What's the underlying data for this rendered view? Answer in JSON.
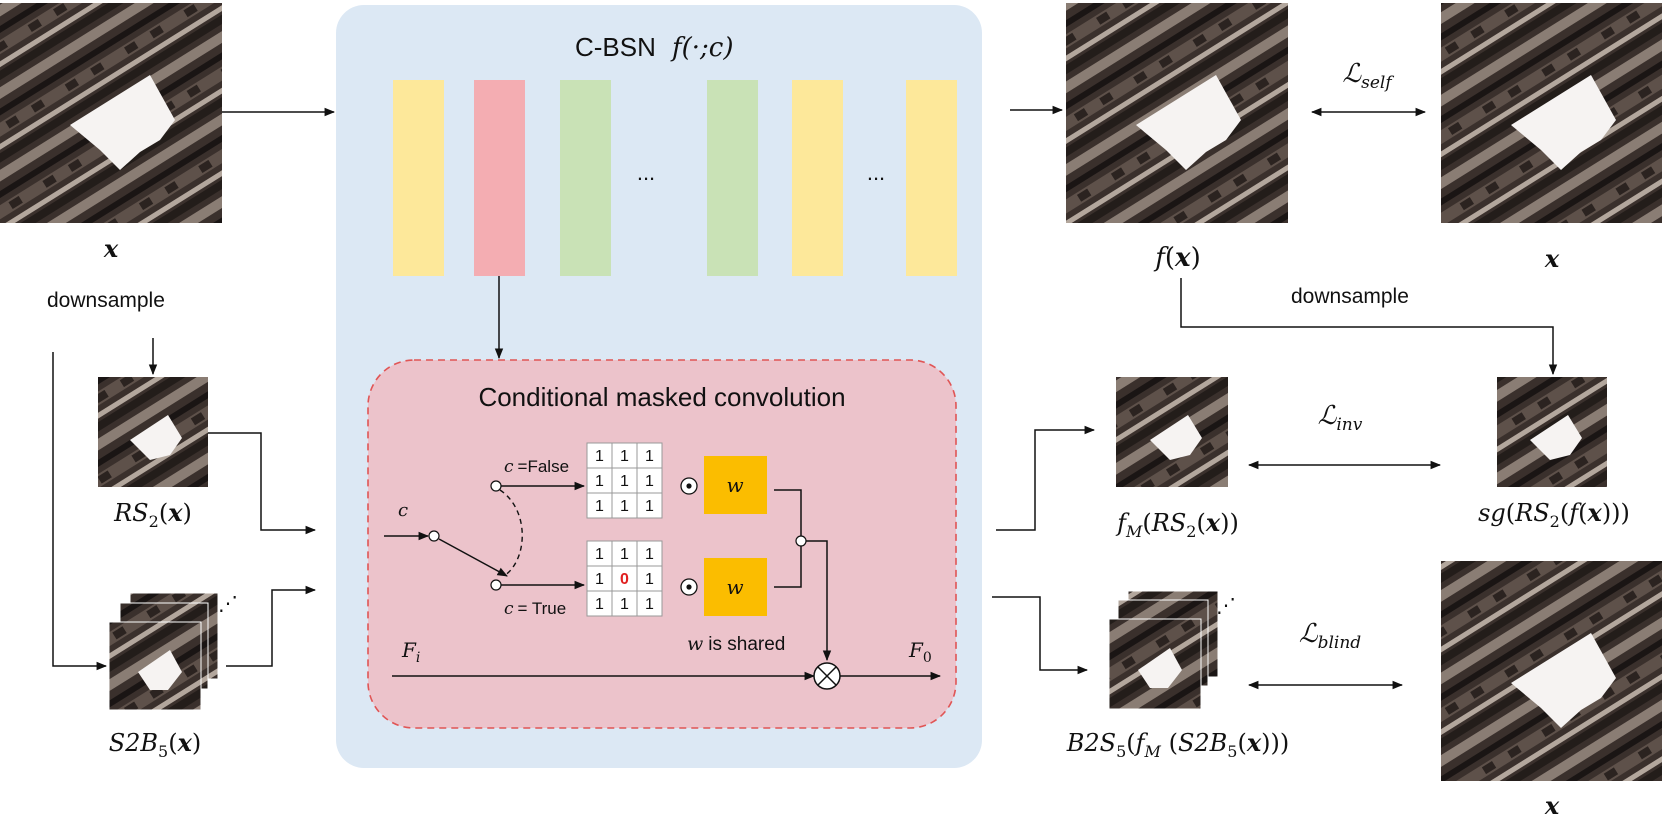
{
  "panel": {
    "title_text": "C-BSN",
    "title_func": "f(·;c)",
    "layer_colors": [
      "#fde89a",
      "#f4adb2",
      "#c9e2b6",
      "#c9e2b6",
      "#fde89a",
      "#fde89a"
    ],
    "ellipsis": "..."
  },
  "cmc": {
    "title": "Conditional masked convolution",
    "input_c": "c",
    "cond_false": "c =False",
    "cond_true": "c = True",
    "kernel_false": [
      [
        "1",
        "1",
        "1"
      ],
      [
        "1",
        "1",
        "1"
      ],
      [
        "1",
        "1",
        "1"
      ]
    ],
    "kernel_true": [
      [
        "1",
        "1",
        "1"
      ],
      [
        "1",
        "0",
        "1"
      ],
      [
        "1",
        "1",
        "1"
      ]
    ],
    "w": "w",
    "w_shared": "w is shared",
    "fi": "F",
    "fi_sub": "i",
    "fo": "F",
    "fo_sub": "0",
    "hadamard_symbol": "⊙",
    "mult_symbol": "⊗"
  },
  "left": {
    "x_label": "x",
    "downsample": "downsample",
    "rs2": "RS₂(x)",
    "s2b5": "S2B₅(x)"
  },
  "right": {
    "fx_label": "f(x)",
    "x_label_top": "x",
    "x_label_bottom": "x",
    "downsample": "downsample",
    "l_self": "ℒself",
    "l_inv": "ℒinv",
    "l_blind": "ℒblind",
    "fm_rs2": "fM(RS₂(x))",
    "sg_rs2": "sg(RS₂(f(x)))",
    "b2s5": "B2S₅(fM (S2B₅(x)))"
  },
  "colors": {
    "panel_bg": "#dce8f4",
    "cmc_bg": "#ecc3cb",
    "cmc_border": "#e05555",
    "w_box": "#fbbd00",
    "zero": "#e02020"
  }
}
